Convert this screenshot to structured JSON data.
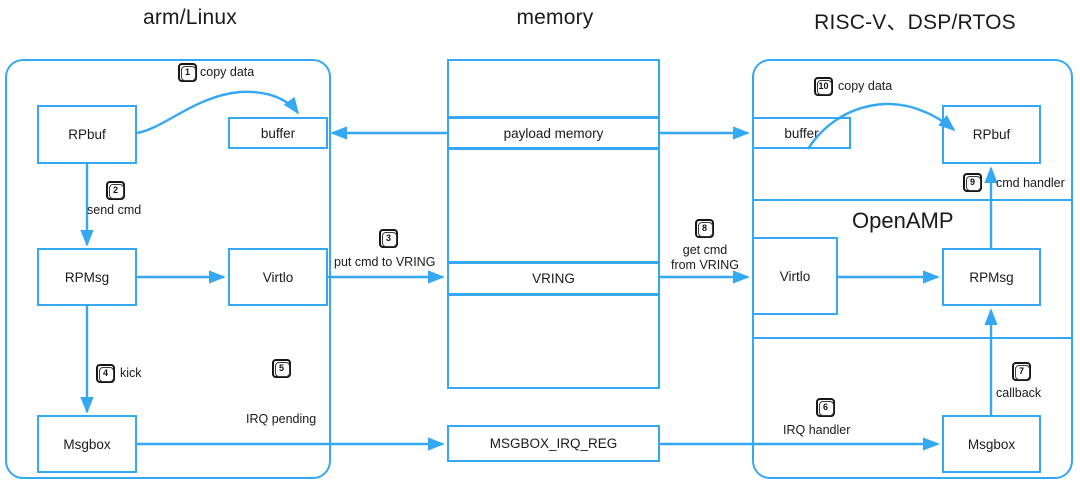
{
  "diagram": {
    "title_note": "OpenAMP RPMsg message flow between Linux and RTOS cores",
    "accent_color": "#35a8f4",
    "badge_color": "#161616",
    "text_color": "#1a1a1a"
  },
  "columns": {
    "left_title": "arm/Linux",
    "middle_title": "memory",
    "right_title": "RISC-V、DSP/RTOS"
  },
  "left_panel": {
    "boxes": [
      {
        "id": "rpbuf",
        "label": "RPbuf"
      },
      {
        "id": "buffer",
        "label": "buffer"
      },
      {
        "id": "rpmsg",
        "label": "RPMsg"
      },
      {
        "id": "virtio",
        "label": "Virtlo"
      },
      {
        "id": "msgbox",
        "label": "Msgbox"
      }
    ]
  },
  "memory": {
    "cells": [
      {
        "id": "mem_top",
        "label": ""
      },
      {
        "id": "payload",
        "label": "payload memory"
      },
      {
        "id": "mem_mid",
        "label": ""
      },
      {
        "id": "vring_top",
        "label": ""
      },
      {
        "id": "vring",
        "label": "VRING"
      },
      {
        "id": "vring_bot",
        "label": ""
      },
      {
        "id": "msgbox_reg",
        "label": "MSGBOX_IRQ_REG"
      }
    ]
  },
  "right_panel": {
    "openamp_label": "OpenAMP",
    "boxes": [
      {
        "id": "buffer_r",
        "label": "buffer"
      },
      {
        "id": "rpbuf_r",
        "label": "RPbuf"
      },
      {
        "id": "virtio_r",
        "label": "Virtlo"
      },
      {
        "id": "rpmsg_r",
        "label": "RPMsg"
      },
      {
        "id": "msgbox_r",
        "label": "Msgbox"
      }
    ]
  },
  "steps": [
    {
      "num": "1",
      "label": "copy data"
    },
    {
      "num": "2",
      "label": "send cmd"
    },
    {
      "num": "3",
      "label": "put cmd to VRING"
    },
    {
      "num": "4",
      "label": "kick"
    },
    {
      "num": "5",
      "label": "IRQ pending"
    },
    {
      "num": "6",
      "label": "IRQ  handler"
    },
    {
      "num": "7",
      "label": "callback"
    },
    {
      "num": "8",
      "label_line1": "get cmd",
      "label_line2": "from VRING"
    },
    {
      "num": "9",
      "label": "cmd handler"
    },
    {
      "num": "10",
      "label": "copy data"
    }
  ]
}
